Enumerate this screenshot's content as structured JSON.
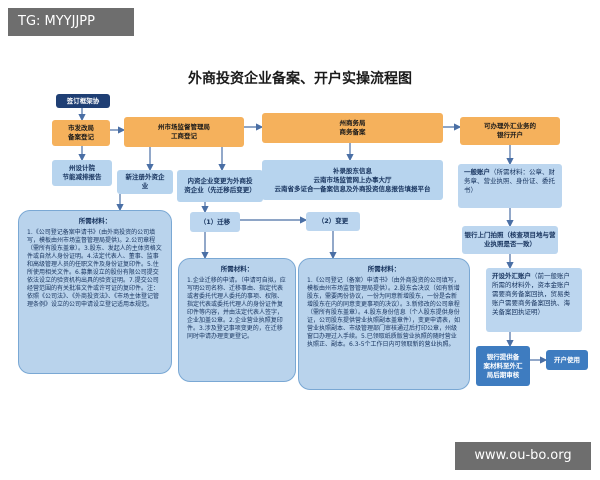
{
  "watermarks": {
    "top": "TG: MYYJJPP",
    "bottom": "www.ou-bo.org"
  },
  "title": "外商投资企业备案、开户实操流程图",
  "nodes": {
    "sign_agreement": "签订框架协",
    "dev_reform": "市发改局\n备案登记",
    "market_reg": "州市场监督管理局\n工商登记",
    "commerce_filing": "州商务局\n商务备案",
    "forex_bank": "可办理外汇业务的\n银行开户",
    "energy_report": "州设计院\n节能减排报告",
    "new_foreign": "新注册外资企\n业",
    "change_filing": "内资企业变更为外商投\n资企业（先迁移后变更）",
    "supplement_title": "补录股东信息",
    "supplement_line1": "云南市场监管网上办事大厅",
    "supplement_line2": "云南省多证合一备案信息及外商投资信息报告填报平台",
    "general_account_head": "一般账户",
    "general_account_body": "（所需材料：公章、财务章、营业执照、身份证、委托书）",
    "migrate": "（1）迁移",
    "change": "（2）变更",
    "bank_door": "银行上门拍照（核查项目地与营业执照是否一致）",
    "fx_account_head": "开设外汇账户",
    "fx_account_body": "（前一般账户所需的材料外，资本金账户需要商务备案回执，贸易类账户需要商务备案回执、海关备案回执证明）",
    "bank_review": "银行提供备\n案材料至外汇\n局后期审核",
    "open_use": "开户使用"
  },
  "panels": {
    "left_header": "所需材料：",
    "left_body": "1.《公司登记备案申请书》(由外商投资的公司填写，模板由州市场监督管理局提供)。2.公司章程（需所有股东盖章）。3.股东、发起人的主体资格文件或自然人身份证明。4.法定代表人、董事、监事和高级管理人员的任职文件及身份证复印件。5.住所使用相关文件。6.募集设立的股份有限公司提交依法设立的验资机构出具的验资证明。7.提交公司经营范围的有关批准文件或许可证的复印件。注：依照《公司法》、《外商投资法》、《市场主体登记管理条例》设立的公司申请设立登记适用本规范。",
    "mid_header": "所需材料：",
    "mid_body": "1.企业迁移的申请。（申请可自拟，应写明公司名称、迁移事由、指定代表或者委托代理人委托的事项、权限、指定代表或委托代理人的身份证件复印件等内容，并由法定代表人签字，企业加盖公章。2.企业营业执照复印件。3.涉及登记事项变更的，在迁移同时申请办理变更登记。",
    "right_header": "所需材料：",
    "right_body": "1.《公司登记（备案）申请书》（由外商投资的公司填写，模板由州市场监督管理局提供）。2.股东会决议（如有新增股东，需要两份协议，一份为同意新增股东，一份是会新增股东在内的同意变更事项的决议）。3.新修改的公司章程（需所有股东盖章）。4.股东身份信息（个人股东提供身份证，公司股东提供营业执照副本盖章件），变更申请表，如营业执照副本、市级管理部门审核通过后打印公章，州级窗口办理过入手续。5.已领取纸质版营业执照的随时营业执照正、副本。6.3-5个工作日内可领取新的营业执照。"
  }
}
